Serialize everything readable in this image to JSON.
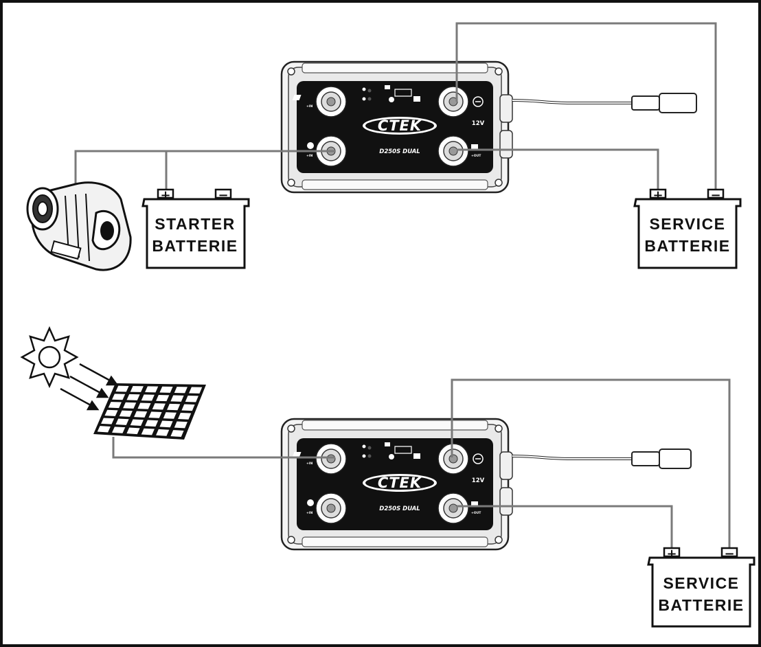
{
  "charger": {
    "brand": "CTEK",
    "model": "D250S DUAL",
    "voltage": "12V",
    "in_label": "+IN",
    "out_label": "+OUT"
  },
  "scenario_top": {
    "starter_battery": {
      "line1": "STARTER",
      "line2": "BATTERIE",
      "plus": "+",
      "minus": "−"
    },
    "service_battery": {
      "line1": "SERVICE",
      "line2": "BATTERIE",
      "plus": "+",
      "minus": "−"
    }
  },
  "scenario_bottom": {
    "service_battery": {
      "line1": "SERVICE",
      "line2": "BATTERIE",
      "plus": "+",
      "minus": "−"
    }
  },
  "colors": {
    "wire": "#7a7a7a",
    "panel": "#111111",
    "outline": "#111111"
  }
}
